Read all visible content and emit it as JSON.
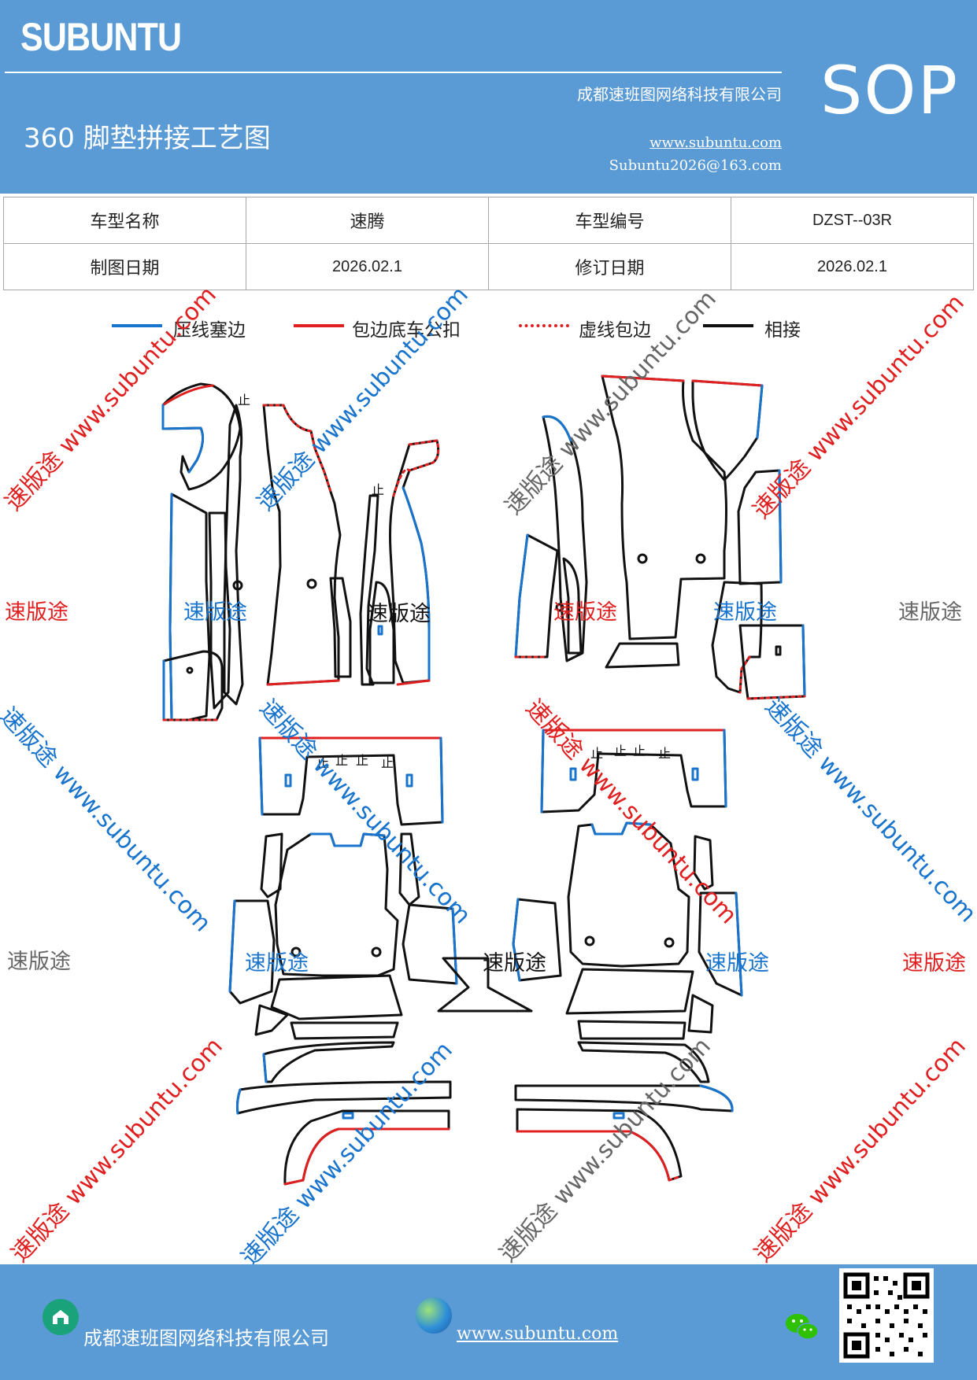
{
  "header": {
    "brand": "SUBUNTU",
    "company": "成都速班图网络科技有限公司",
    "title": "360 脚垫拼接工艺图",
    "website": "www.subuntu.com",
    "email": "Subuntu2026@163.com",
    "badge": "SOP"
  },
  "info_table": {
    "row1": {
      "label1": "车型名称",
      "value1": "速腾",
      "label2": "车型编号",
      "value2": "DZST--03R"
    },
    "row2": {
      "label1": "制图日期",
      "value1": "2026.02.1",
      "label2": "修订日期",
      "value2": "2026.02.1"
    }
  },
  "legend": [
    {
      "label": "压线塞边",
      "color": "#1874cd",
      "style": "solid"
    },
    {
      "label": "包边底车公扣",
      "color": "#e02020",
      "style": "solid"
    },
    {
      "label": "虚线包边",
      "color": "#e02020",
      "style": "dotted"
    },
    {
      "label": "相接",
      "color": "#111111",
      "style": "solid"
    }
  ],
  "watermark": {
    "brand": "速版途",
    "diag": "速版途 www.subuntu.com"
  },
  "footer": {
    "company": "成都速班图网络科技有限公司",
    "website": "www.subuntu.com "
  },
  "colors": {
    "header_bg": "#5b9bd5",
    "blue_line": "#1874cd",
    "red_line": "#e02020",
    "black_line": "#111111"
  }
}
